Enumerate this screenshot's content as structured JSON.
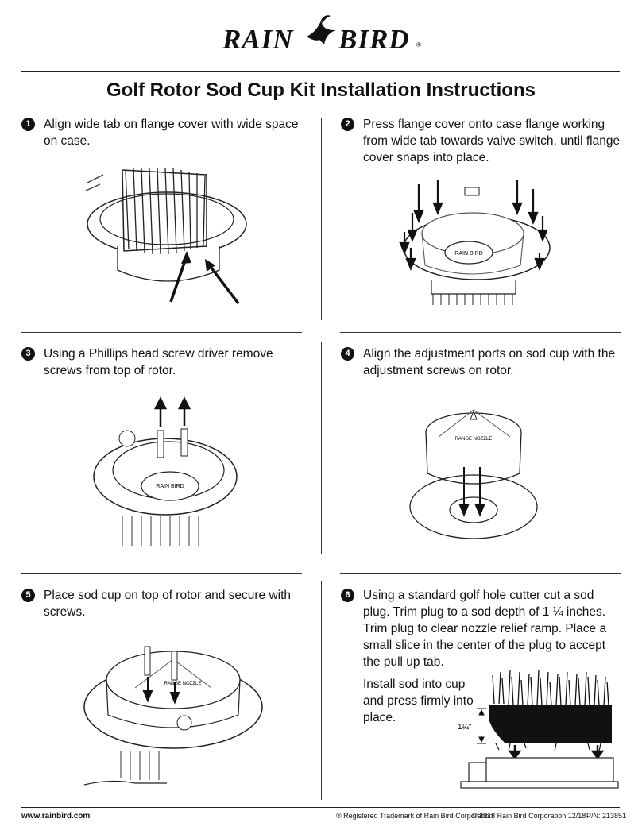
{
  "logo": {
    "text_left": "RAIN",
    "text_right": "BIRD",
    "mark": "®"
  },
  "title": "Golf Rotor Sod Cup Kit Installation Instructions",
  "steps": [
    {
      "number": "1",
      "text": "Align wide tab on flange cover with wide space on case."
    },
    {
      "number": "2",
      "text": "Press flange cover onto case flange working from wide tab towards valve switch, until flange cover snaps into place."
    },
    {
      "number": "3",
      "text": "Using a Phillips head screw driver remove screws from top of rotor."
    },
    {
      "number": "4",
      "text": "Align the adjustment ports on sod cup with the adjustment screws on rotor."
    },
    {
      "number": "5",
      "text": "Place sod cup on top of rotor and secure with screws."
    },
    {
      "number": "6",
      "text": "Using a standard golf hole cutter cut a sod plug. Trim plug to a sod depth of 1 ¼ inches. Trim plug to clear nozzle relief ramp. Place a small slice in the center of the plug to accept the pull up tab.",
      "subtext": "Install sod into cup and press firmly into place."
    }
  ],
  "diagram_labels": {
    "rotor_brand": "RAIN BIRD",
    "range_nozzle": "RANGE NOZZLE",
    "sod_depth": "1¼\""
  },
  "footer": {
    "website": "www.rainbird.com",
    "trademark": "® Registered Trademark of Rain Bird Corporation",
    "copyright": "© 2018 Rain Bird Corporation  12/18",
    "part_number": "P/N: 213851"
  }
}
